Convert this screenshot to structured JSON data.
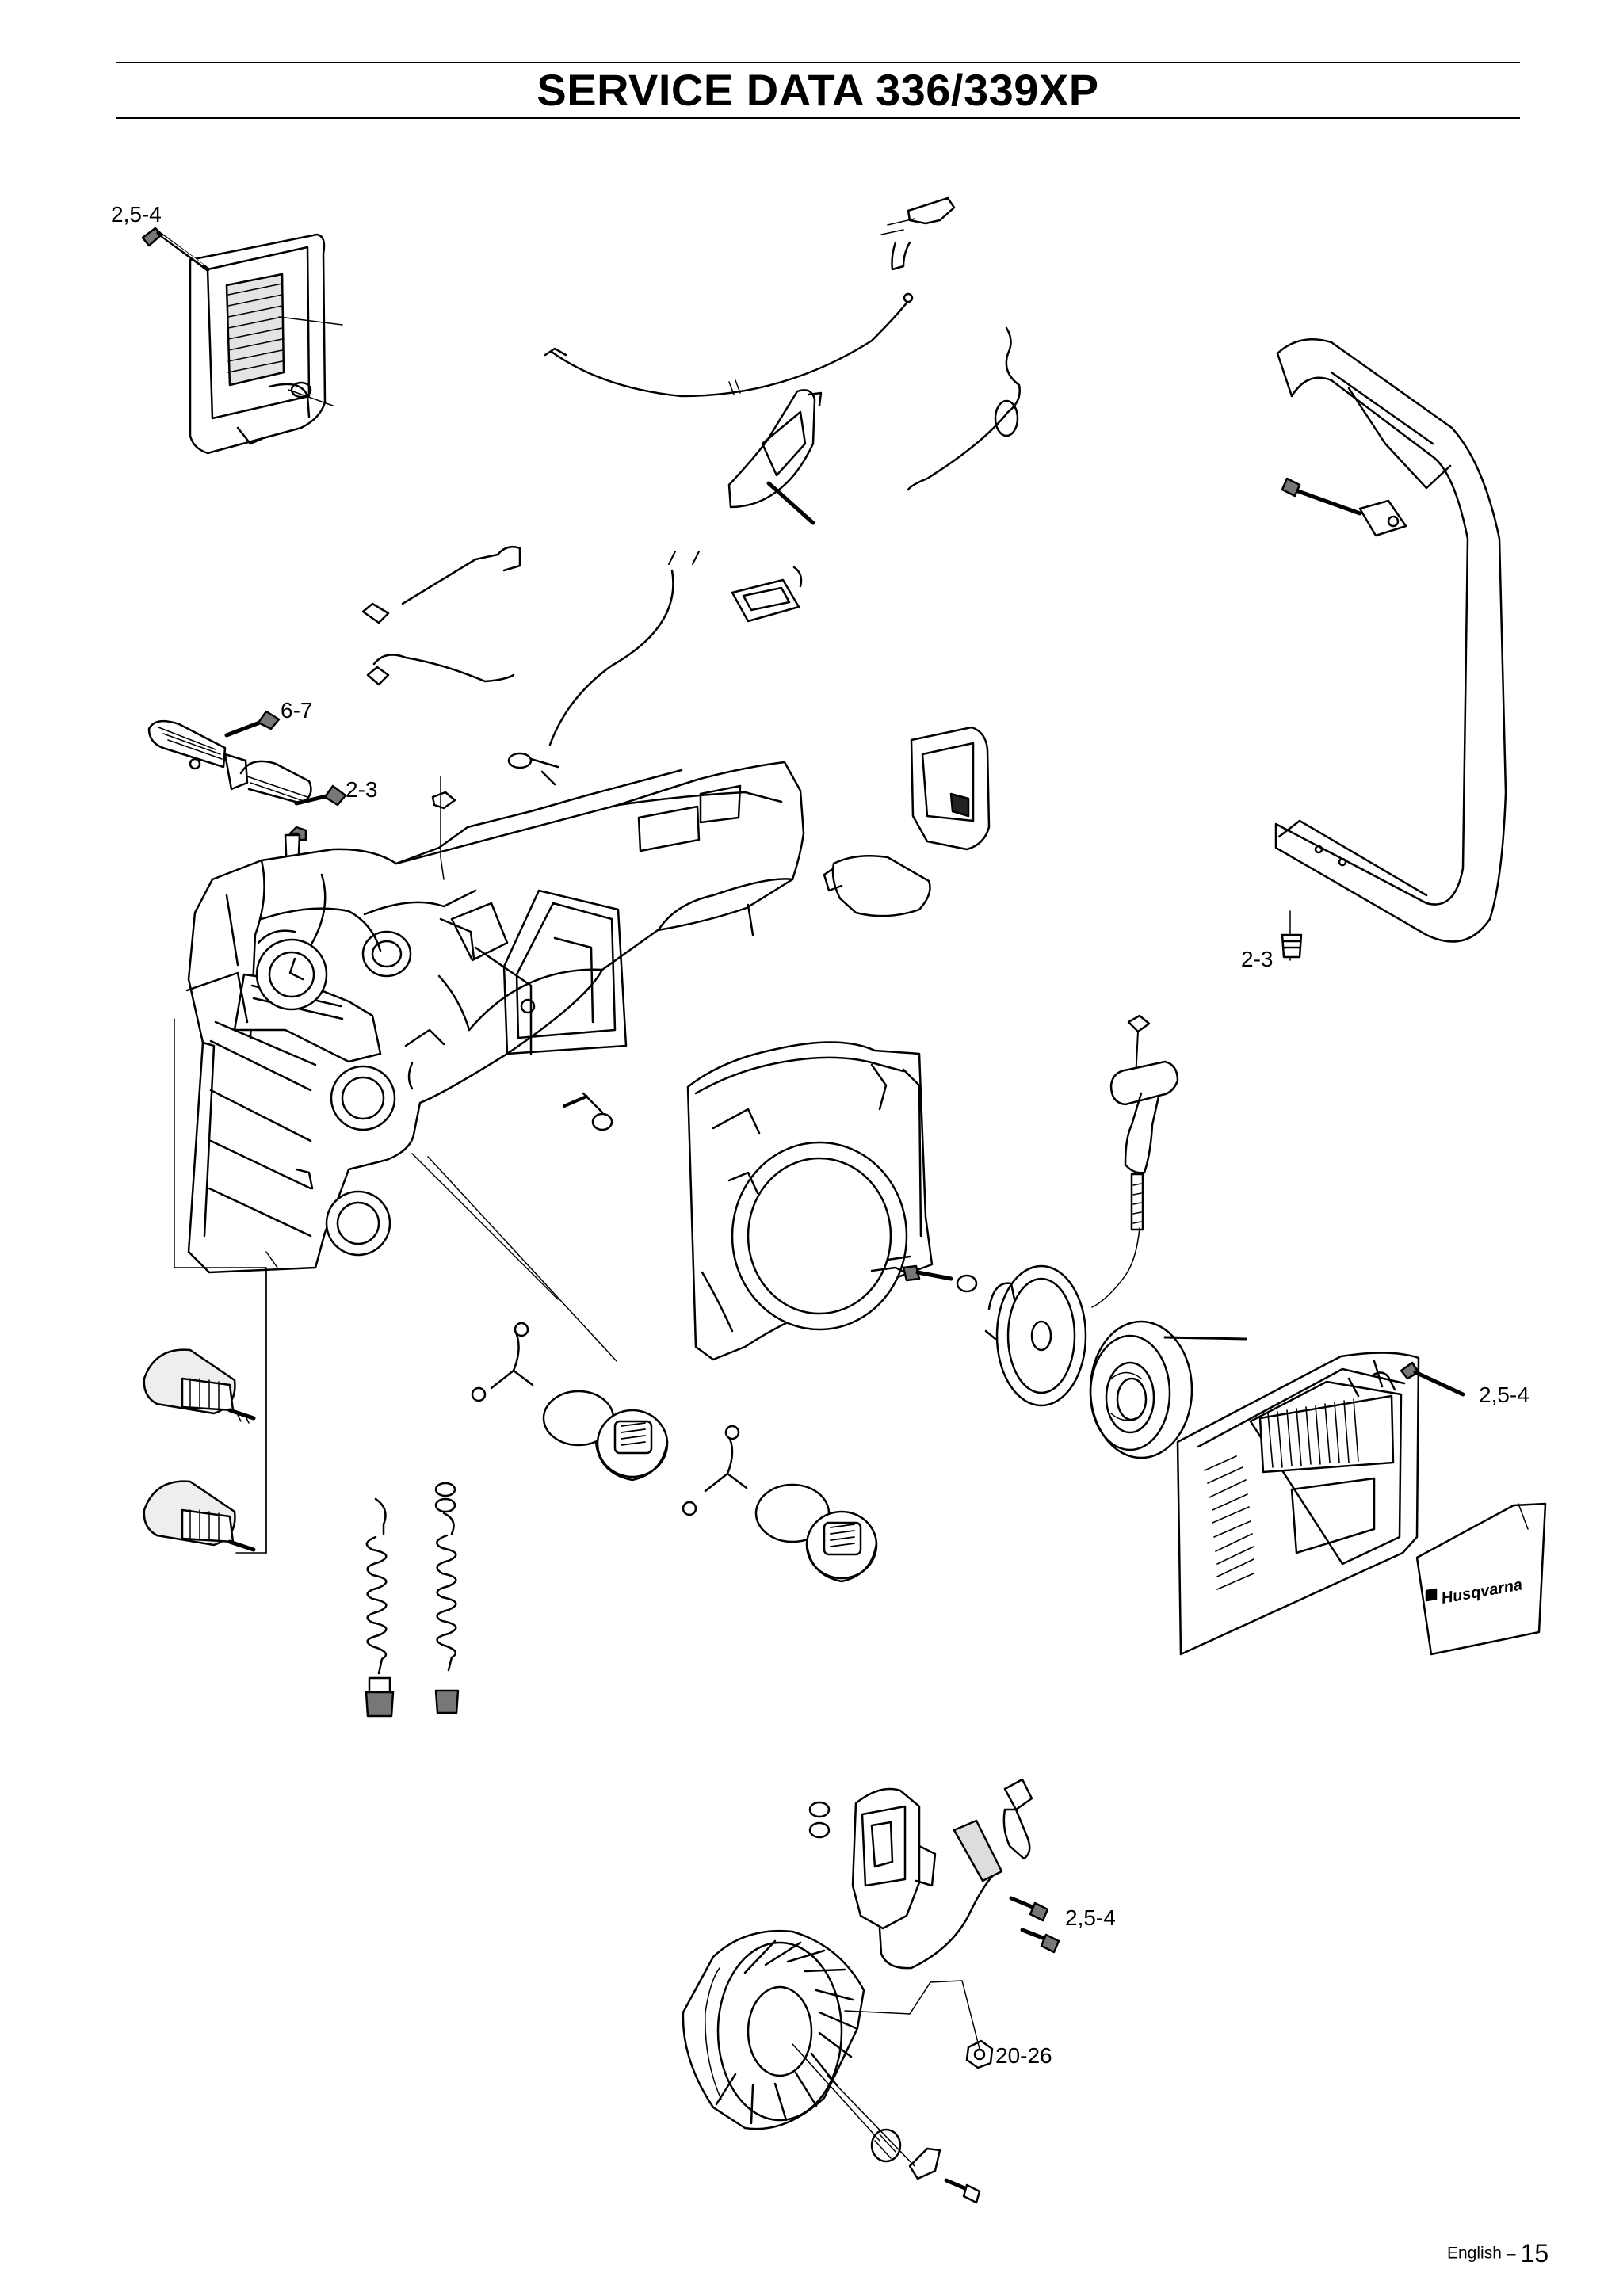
{
  "header": {
    "title": "SERVICE DATA 336/339XP"
  },
  "torque_labels": {
    "top_left_cover_screw": "2,5-4",
    "handle_screw_upper": "6-7",
    "handle_screw_lower": "2-3",
    "front_handle_screw": "2-3",
    "starter_cover_screw": "2,5-4",
    "ignition_module_screw": "2,5-4",
    "flywheel_nut": "20-26"
  },
  "logo_text": "Husqvarna",
  "footer": {
    "language": "English",
    "dash": "–",
    "page_number": "15"
  }
}
